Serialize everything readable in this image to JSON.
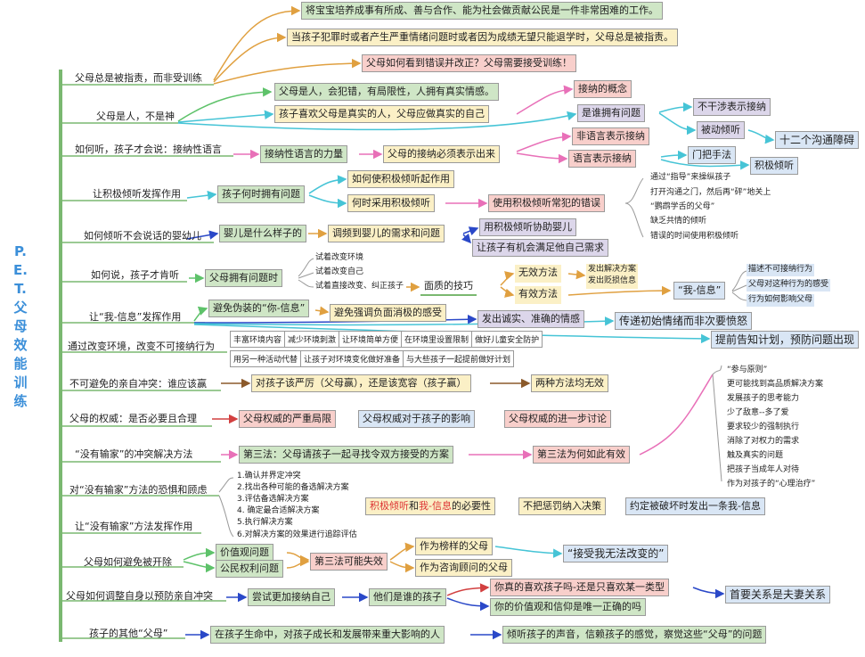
{
  "title": "P.E.T.父母效能训练",
  "colors": {
    "green": "#cfe6c6",
    "yellow": "#fbf0c6",
    "red": "#f8cfcb",
    "purple": "#dcd6ea",
    "blue": "#d9e6f5",
    "trunk": "#7ab870",
    "link_green": "#5ec26a",
    "link_cyan": "#46c4d6",
    "link_orange": "#e0a040",
    "link_pink": "#e870b8",
    "link_blue": "#2a48c8",
    "link_red": "#d24040"
  },
  "nodes": {
    "a1": "将宝宝培养成事有所成、善与合作、能为社会做贡献公民是一件非常困难的工作。",
    "a2": "当孩子犯罪时或者产生严重情绪问题时或者因为成绩无望只能退学时，父母总是被指责。",
    "a3": "父母如何看到错误并改正？父母需要接受训练！",
    "b0": "父母总是被指责，而非受训练",
    "c1": "父母是人，会犯错，有局限性，人拥有真实情感。",
    "c2": "孩子喜欢父母是真实的人，父母应做真实的自己",
    "c0": "父母是人，不是神",
    "c3": "接纳的概念",
    "c4": "是谁拥有问题",
    "c5": "不干涉表示接纳",
    "c6": "被动倾听",
    "c7": "十二个沟通障碍",
    "d0": "如何听，孩子才会说：接纳性语言",
    "d1": "接纳性语言的力量",
    "d2": "父母的接纳必须表示出来",
    "d3": "非语言表示接纳",
    "d4": "语言表示接纳",
    "d5": "门把手法",
    "d6": "积极倾听",
    "e0": "让积极倾听发挥作用",
    "e1": "孩子何时拥有问题",
    "e2": "如何使积极倾听起作用",
    "e3": "何时采用积极倾听",
    "e4": "使用积极倾听常犯的错误",
    "e5": [
      "通过“指导”来操纵孩子",
      "打开沟通之门，然后再“砰”地关上",
      "“鹦鹉学舌的父母”",
      "缺乏共情的倾听",
      "错误的时间使用积极倾听"
    ],
    "f0": "如何倾听不会说话的婴幼儿",
    "f1": "婴儿是什么样子的",
    "f2": "调频到婴儿的需求和问题",
    "f3": "用积极倾听协助婴儿",
    "f4": "让孩子有机会满足他自己需求",
    "g0": "如何说，孩子才肯听",
    "g1": "父母拥有问题时",
    "g2": [
      "试着改变环境",
      "试着改变自己",
      "试着直接改变、纠正孩子"
    ],
    "g3": "面质的技巧",
    "g4": "无效方法",
    "g5": "有效方法",
    "g6": [
      "发出解决方案",
      "发出贬损信息"
    ],
    "g7": "“我-信息”",
    "g8": [
      "描述不可接纳行为",
      "父母对这种行为的感受",
      "行为如何影响父母"
    ],
    "h0": "让“我-信息”发挥作用",
    "h1": "避免伪装的“你-信息”",
    "h2": "避免强调负面消极的感受",
    "h3": "发出诚实、准确的情感",
    "h4": "传递初始情绪而非次要愤怒",
    "h5": "提前告知计划，预防问题出现",
    "i0": "通过改变环境，改变不可接纳行为",
    "i1": [
      "丰富环境内容",
      "减少环境刺激",
      "让环境简单方便",
      "在环境里设置限制",
      "做好儿童安全防护"
    ],
    "i2": [
      "用另一种活动代替",
      "让孩子对环境变化做好准备",
      "与大些孩子一起提前做好计划"
    ],
    "j0": "不可避免的亲自冲突：谁应该赢",
    "j1": "对孩子该严厉（父母赢），还是该宽容（孩子赢）",
    "j2": "两种方法均无效",
    "k0": "父母的权威：是否必要且合理",
    "k1": "父母权威的严重局限",
    "k2": "父母权威对于孩子的影响",
    "k3": "父母权威的进一步讨论",
    "k4": [
      "“参与原则”",
      "更可能找到高品质解决方案",
      "发展孩子的思考能力",
      "少了敌意--多了爱",
      "要求较少的强制执行",
      "消除了对权力的需求",
      "触及真实的问题",
      "把孩子当成年人对待",
      "作为对孩子的“心理治疗”"
    ],
    "l0": "“没有输家”的冲突解决方法",
    "l1": "第三法：父母请孩子一起寻找令双方接受的方案",
    "l2": "第三法为何如此有效",
    "m0": "对“没有输家”方法的恐惧和顾虑",
    "m1": [
      "1.确认并界定冲突",
      "2.找出各种可能的备选解决方案",
      "3.评估备选解决方案",
      "4. 确定最合适解决方案",
      "5.执行解决方案",
      "6.对解决方案的效果进行追踪评估"
    ],
    "m2a": "积极倾听",
    "m2b": "和",
    "m2c": "我-信息",
    "m2d": "的必要性",
    "m3": "不把惩罚纳入决策",
    "m4": "约定被破坏时发出一条我-信息",
    "n0": "让“没有输家”方法发挥作用",
    "o0": "父母如何避免被开除",
    "o1": "价值观问题",
    "o2": "公民权利问题",
    "o3": "第三法可能失效",
    "o4": "作为榜样的父母",
    "o5": "作为咨询顾问的父母",
    "o6": "“接受我无法改变的”",
    "p0": "父母如何调整自身以预防亲自冲突",
    "p1": "尝试更加接纳自己",
    "p2": "他们是谁的孩子",
    "p3": "你真的喜欢孩子吗-还是只喜欢某一类型",
    "p4": "你的价值观和信仰是唯一正确的吗",
    "p5": "首要关系是夫妻关系",
    "q0": "孩子的其他“父母”",
    "q1": "在孩子生命中，对孩子成长和发展带来重大影响的人",
    "q2": "倾听孩子的声音，信赖孩子的感觉，察觉这些“父母”的问题"
  }
}
